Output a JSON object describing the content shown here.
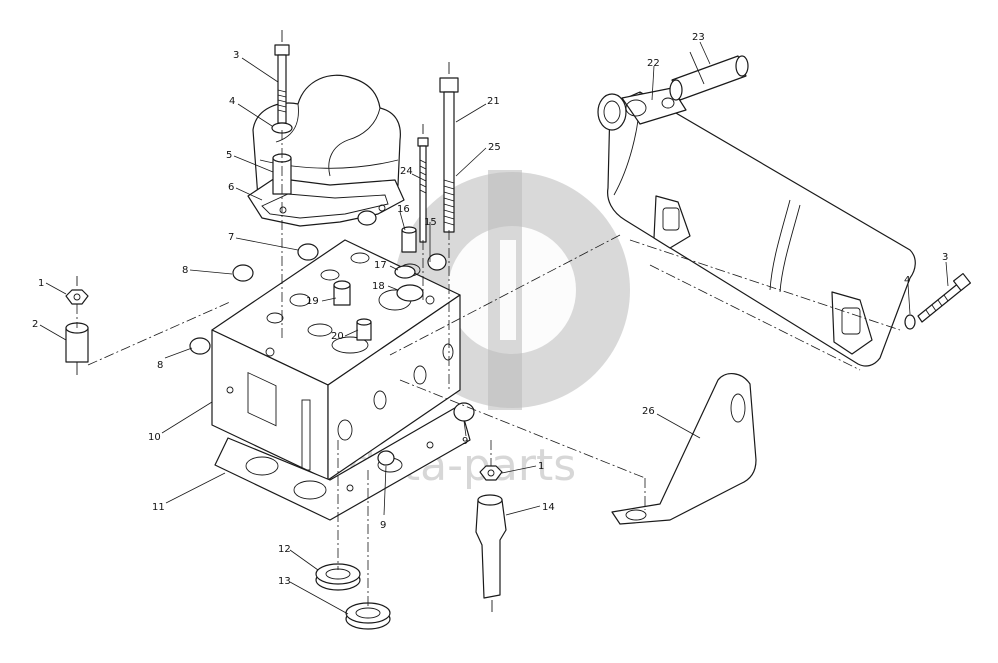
{
  "watermark": {
    "text": "data-parts",
    "color": "#b9b9b9"
  },
  "labels": [
    {
      "id": "callout-3-bolt",
      "text": "3"
    },
    {
      "id": "callout-4-washer",
      "text": "4"
    },
    {
      "id": "callout-5-sleeve",
      "text": "5"
    },
    {
      "id": "callout-6-cover-gasket",
      "text": "6"
    },
    {
      "id": "callout-7-plug",
      "text": "7"
    },
    {
      "id": "callout-8-plug-top",
      "text": "8"
    },
    {
      "id": "callout-8-plug-side",
      "text": "8"
    },
    {
      "id": "callout-1-nut-left",
      "text": "1"
    },
    {
      "id": "callout-2-sleeve-left",
      "text": "2"
    },
    {
      "id": "callout-10-cylinder-head",
      "text": "10"
    },
    {
      "id": "callout-11-head-gasket",
      "text": "11"
    },
    {
      "id": "callout-12-seal-ring",
      "text": "12"
    },
    {
      "id": "callout-13-seal-ring",
      "text": "13"
    },
    {
      "id": "callout-9-plug-lower",
      "text": "9"
    },
    {
      "id": "callout-9-plug-right",
      "text": "9"
    },
    {
      "id": "callout-14-injector-sleeve",
      "text": "14"
    },
    {
      "id": "callout-1-nut-right",
      "text": "1"
    },
    {
      "id": "callout-15",
      "text": "15"
    },
    {
      "id": "callout-16",
      "text": "16"
    },
    {
      "id": "callout-17",
      "text": "17"
    },
    {
      "id": "callout-18",
      "text": "18"
    },
    {
      "id": "callout-19",
      "text": "19"
    },
    {
      "id": "callout-20",
      "text": "20"
    },
    {
      "id": "callout-21",
      "text": "21"
    },
    {
      "id": "callout-24",
      "text": "24"
    },
    {
      "id": "callout-25",
      "text": "25"
    },
    {
      "id": "callout-22",
      "text": "22"
    },
    {
      "id": "callout-23",
      "text": "23"
    },
    {
      "id": "callout-3-manifold-bolt",
      "text": "3"
    },
    {
      "id": "callout-4-manifold-washer",
      "text": "4"
    },
    {
      "id": "callout-26-bracket",
      "text": "26"
    }
  ]
}
